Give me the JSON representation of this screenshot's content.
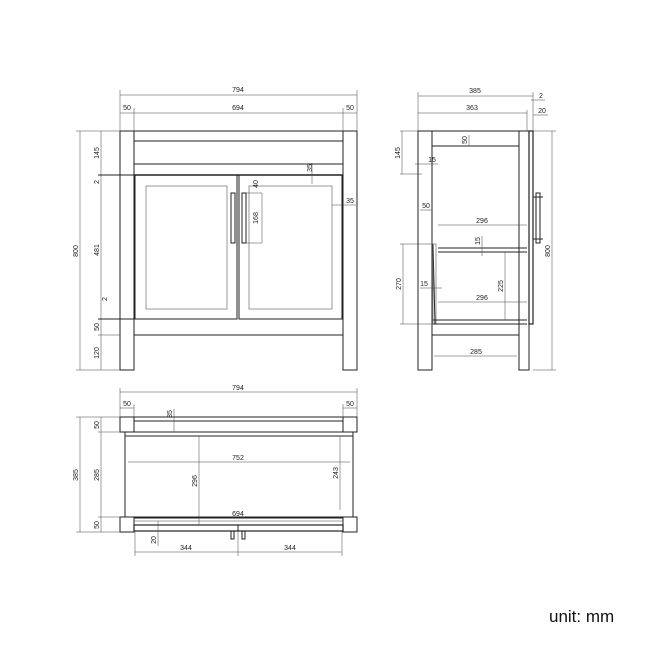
{
  "front_view": {
    "width_total": "794",
    "leg_left": "50",
    "inner_width": "694",
    "leg_right": "50",
    "height_total": "800",
    "top_rail": "145",
    "gap_top": "2",
    "door_height": "481",
    "gap_bottom": "2",
    "bottom_rail": "50",
    "leg_height": "120",
    "door_rail": "35",
    "handle_offset": "40",
    "handle_length": "168",
    "door_stile": "35"
  },
  "side_view": {
    "depth_total": "385",
    "door_gap": "2",
    "depth_carcass": "363",
    "door_thickness": "20",
    "top_rail": "145",
    "top_rail_depth": "50",
    "panel_thickness": "15",
    "leg_width": "50",
    "shelf_depth_top": "296",
    "shelf_thickness": "15",
    "back_panel_height": "270",
    "bottom_panel_thickness": "15",
    "shelf_gap": "225",
    "shelf_depth_bottom": "296",
    "base_depth": "285",
    "height_total": "800"
  },
  "top_view": {
    "width_total": "794",
    "leg_left": "50",
    "leg_right": "50",
    "rail_depth": "35",
    "depth_total": "385",
    "leg_front": "50",
    "inner_depth": "285",
    "leg_back": "50",
    "inner_width": "752",
    "shelf_depth": "296",
    "side_depth": "243",
    "door_width": "694",
    "door_thickness": "20",
    "door_left": "344",
    "door_right": "344"
  },
  "unit_label": "unit: mm"
}
